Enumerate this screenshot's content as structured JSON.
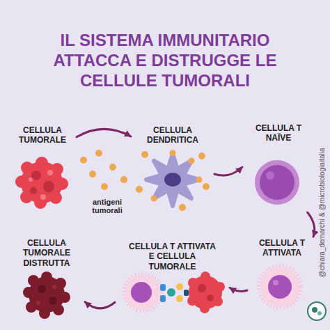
{
  "diagram": {
    "title": "IL SISTEMA IMMUNITARIO ATTACCA E DISTRUGGE LE CELLULE TUMORALI",
    "nodes": [
      {
        "text": [
          "CELLULA TUMORALE"
        ]
      },
      {
        "text": [
          "CELLULA DENDRITICA"
        ]
      },
      {
        "text": [
          "CELLULA T NAÏVE"
        ]
      },
      {
        "text": [
          "CELLULA T ATTIVATA"
        ]
      },
      {
        "text": [
          "CELLULA T ATTIVATA E CELLULA TUMORALE"
        ]
      },
      {
        "text": [
          "CELLULA TUMORALE DISTRUTTA"
        ]
      }
    ],
    "edges": [
      {
        "from": 0,
        "to": 1,
        "arrow": "to"
      },
      {
        "from": 1,
        "to": 2,
        "arrow": "to"
      },
      {
        "from": 2,
        "to": 3,
        "arrow": "to"
      },
      {
        "from": 3,
        "to": 4,
        "arrow": "to"
      },
      {
        "from": 4,
        "to": 5,
        "arrow": "to"
      }
    ],
    "labels": [
      "antigeni tumorali",
      "@chiara_demarchi & @microbiologiaitalia"
    ]
  }
}
